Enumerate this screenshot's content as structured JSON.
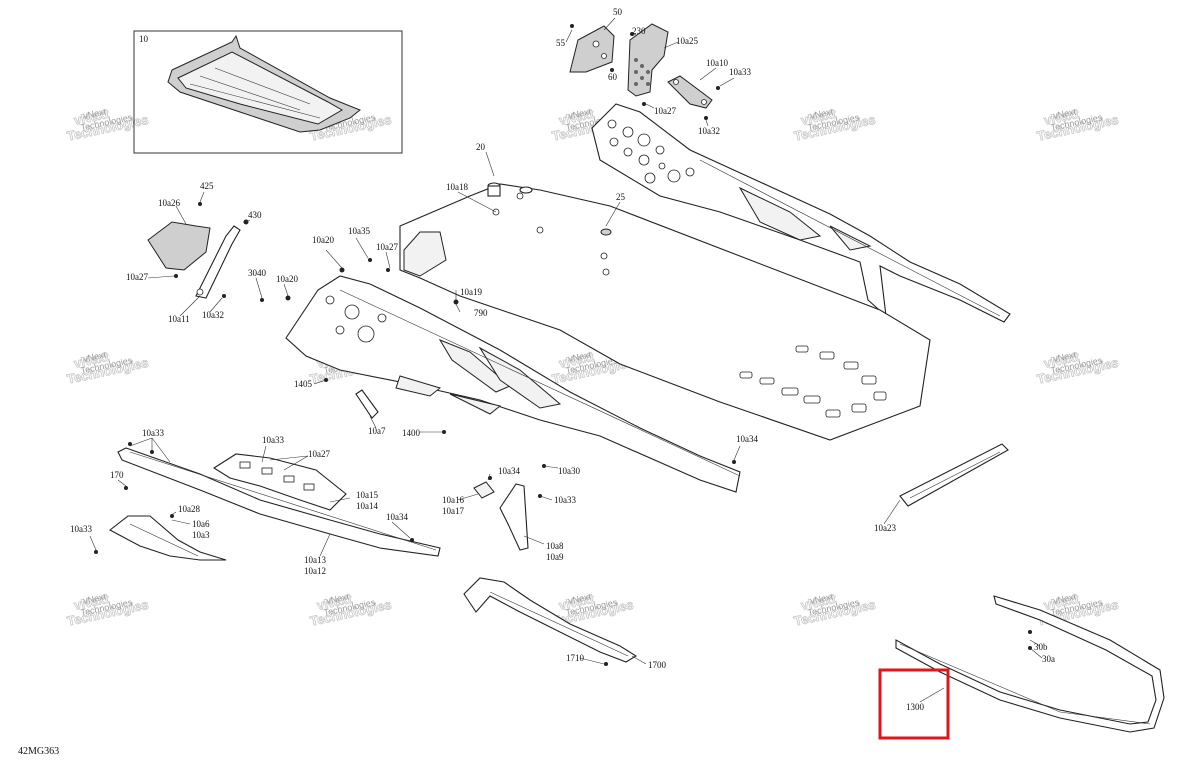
{
  "diagram": {
    "code": "42MG363",
    "watermark_line1": "vNext",
    "watermark_line2": "Technologies",
    "highlight_color": "#e0161d",
    "highlighted_part": "1300",
    "inset_label": "10",
    "labels": {
      "l50": "50",
      "l55": "55",
      "l60": "60",
      "l230": "230",
      "l10a25": "10a25",
      "l10a10": "10a10",
      "l10a33_top": "10a33",
      "l10a27_top": "10a27",
      "l10a32_top": "10a32",
      "l20": "20",
      "l10a18": "10a18",
      "l25": "25",
      "l425": "425",
      "l10a26": "10a26",
      "l430": "430",
      "l10a27_left": "10a27",
      "l10a11": "10a11",
      "l10a32_left": "10a32",
      "l3040": "3040",
      "l10a20_a": "10a20",
      "l10a20_b": "10a20",
      "l10a35": "10a35",
      "l10a27_mid": "10a27",
      "l10a19": "10a19",
      "l790": "790",
      "l1405": "1405",
      "l10a7": "10a7",
      "l1400": "1400",
      "l10a33_rail": "10a33",
      "l10a33_brk": "10a33",
      "l10a27_brk": "10a27",
      "l170": "170",
      "l10a28": "10a28",
      "l10a6": "10a6",
      "l10a3": "10a3",
      "l10a33_low": "10a33",
      "l10a15": "10a15",
      "l10a14": "10a14",
      "l10a34_rail": "10a34",
      "l10a13": "10a13",
      "l10a12": "10a12",
      "l10a34_mid": "10a34",
      "l10a16": "10a16",
      "l10a17": "10a17",
      "l10a33_mid": "10a33",
      "l10a8": "10a8",
      "l10a9": "10a9",
      "l10a30": "10a30",
      "l10a34_right": "10a34",
      "l10a23": "10a23",
      "l1710": "1710",
      "l1700": "1700",
      "l30b": "30b",
      "l30a": "30a",
      "l1300": "1300"
    }
  }
}
